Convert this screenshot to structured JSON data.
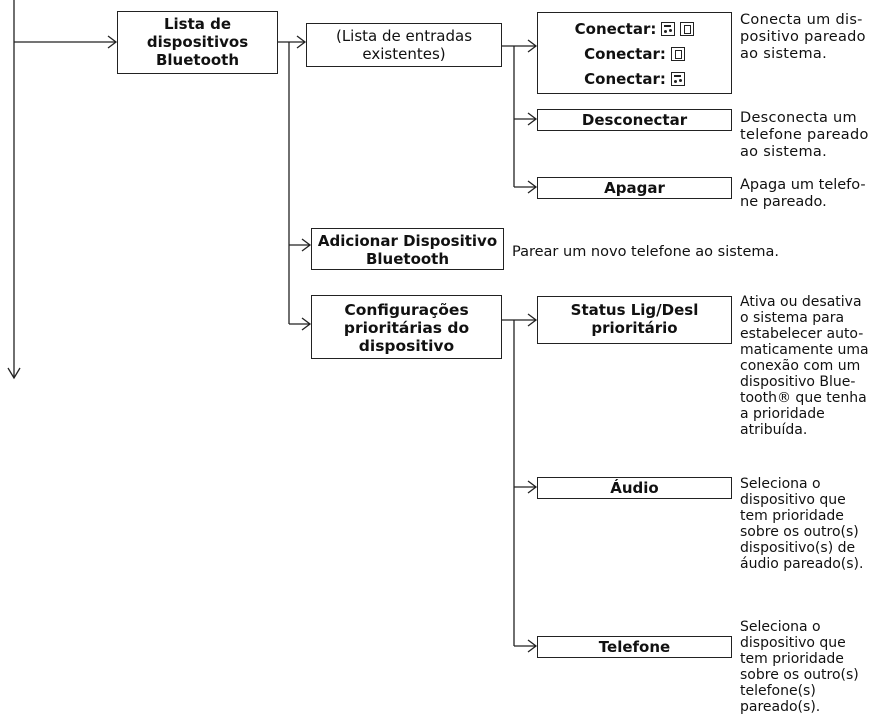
{
  "nodes": {
    "bluetooth_list": {
      "lines": [
        "Lista de",
        "dispositivos",
        "Bluetooth"
      ]
    },
    "entries_list": {
      "lines": [
        "(Lista de entradas",
        "existentes)"
      ]
    },
    "connect": {
      "label": "Conectar:"
    },
    "disconnect": {
      "label": "Desconectar"
    },
    "delete": {
      "label": "Apagar"
    },
    "add_device": {
      "lines": [
        "Adicionar Dispositivo",
        "Bluetooth"
      ]
    },
    "priority_settings": {
      "lines": [
        "Configurações",
        "prioritárias do",
        "dispositivo"
      ]
    },
    "priority_status": {
      "lines": [
        "Status Lig/Desl",
        "prioritário"
      ]
    },
    "audio": {
      "label": "Áudio"
    },
    "phone": {
      "label": "Telefone"
    }
  },
  "descriptions": {
    "connect": "Conecta um dis-\npositivo pareado\nao sistema.",
    "disconnect": "Desconecta um\ntelefone pareado\nao sistema.",
    "delete": "Apaga um telefo-\nne pareado.",
    "add_device": "Parear um novo telefone ao sistema.",
    "priority_status": "Ativa ou desativa\no sistema para\nestabelecer auto-\nmaticamente uma\nconexão com um\ndispositivo Blue-\ntooth® que tenha\na prioridade\natribuída.",
    "audio": "Seleciona o\ndispositivo que\ntem prioridade\nsobre os outro(s)\ndispositivo(s) de\náudio pareado(s).",
    "phone": "Seleciona o\ndispositivo que\ntem prioridade\nsobre os outro(s)\ntelefone(s)\npareado(s)."
  },
  "icons": {
    "connect_row1": [
      "music-icon",
      "phone-icon"
    ],
    "connect_row2": [
      "phone-icon"
    ],
    "connect_row3": [
      "music-icon"
    ]
  }
}
